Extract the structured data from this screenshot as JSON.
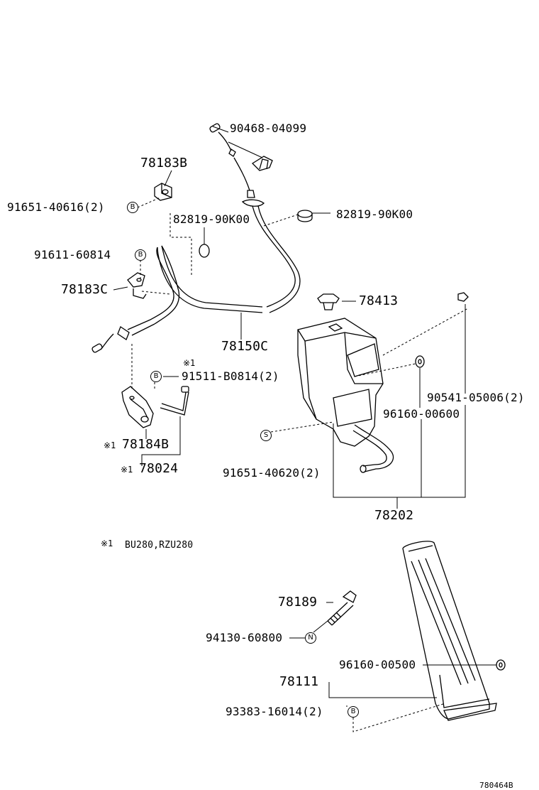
{
  "footnote_symbol": "※1",
  "parts": {
    "p90468": "90468-04099",
    "p78183b": "78183B",
    "p91651_616": "91651-40616(2)",
    "p82819_left": "82819-90K00",
    "p82819_right": "82819-90K00",
    "p91611": "91611-60814",
    "p78183c": "78183C",
    "p78150c": "78150C",
    "p78413": "78413",
    "p91511": "91511-B0814(2)",
    "p90541": "90541-05006(2)",
    "p96160_600": "96160-00600",
    "p78184b": "78184B",
    "p78024": "78024",
    "p91651_620": "91651-40620(2)",
    "p78202": "78202",
    "p78189": "78189",
    "p94130": "94130-60800",
    "p96160_500": "96160-00500",
    "p78111": "78111",
    "p93383": "93383-16014(2)"
  },
  "badges": {
    "bolt": "B",
    "screw": "S",
    "nut": "N"
  },
  "note": {
    "symbol": "※1",
    "text": "BU280,RZU280"
  },
  "figure_code": "780464B"
}
